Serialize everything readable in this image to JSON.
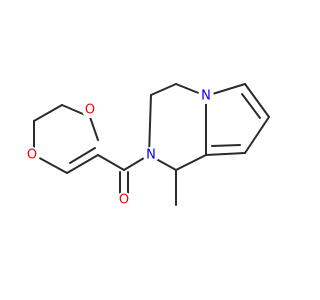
{
  "molecule": {
    "atoms": [
      {
        "id": "o_ring_upper",
        "label": "O",
        "color": "#ff0000"
      },
      {
        "id": "o_ring_lower",
        "label": "O",
        "color": "#ff0000"
      },
      {
        "id": "o_carbonyl",
        "label": "O",
        "color": "#ff0000"
      },
      {
        "id": "n_amide",
        "label": "N",
        "color": "#0000ff"
      },
      {
        "id": "n_pyrrole",
        "label": "N",
        "color": "#0000ff"
      }
    ],
    "bond_color": "#2b2b2b"
  }
}
